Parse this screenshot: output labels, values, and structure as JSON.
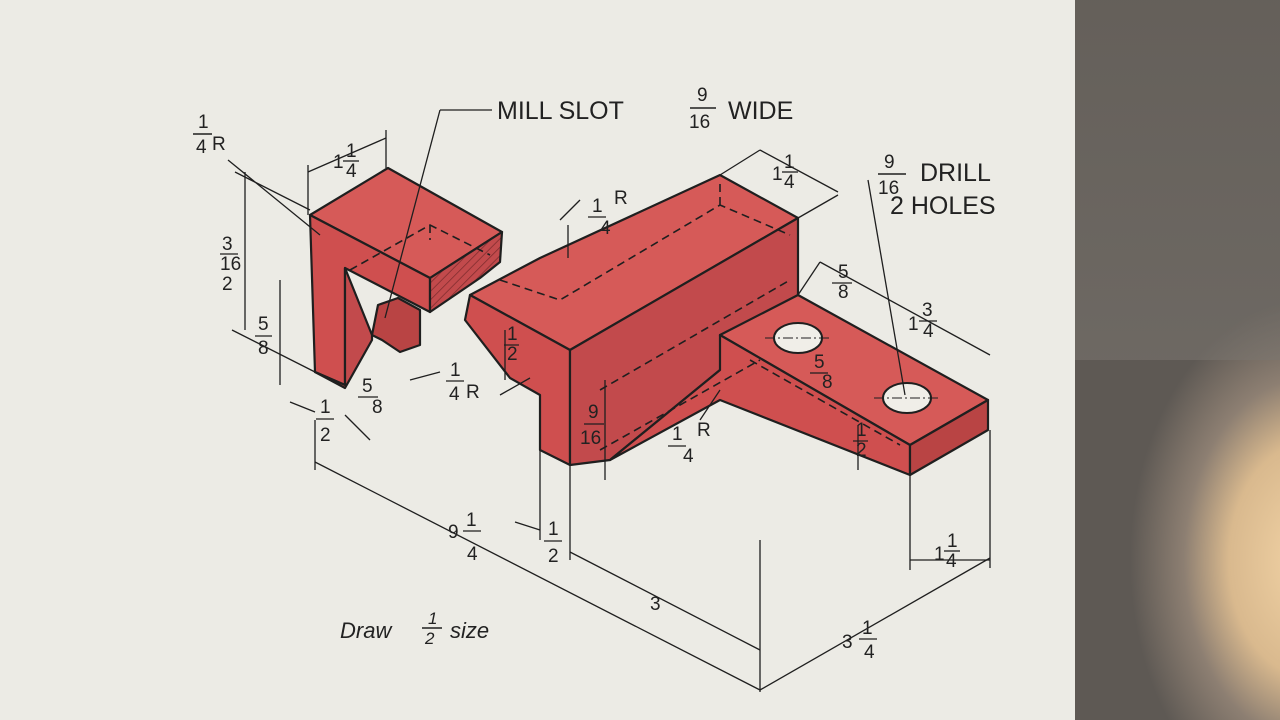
{
  "notes": {
    "mill_slot": "MILL SLOT",
    "mill_slot_num": "9",
    "mill_slot_den": "16",
    "mill_slot_tail": "WIDE",
    "drill_num": "9",
    "drill_den": "16",
    "drill_word": "DRILL",
    "drill_holes": "2 HOLES",
    "draw_size": "Draw",
    "draw_size_num": "1",
    "draw_size_den": "2",
    "draw_size_tail": "size"
  },
  "dimensions": {
    "r_quarter_left": {
      "num": "1",
      "den": "4",
      "suffix": "R"
    },
    "top_one_quarter": {
      "whole": "1",
      "num": "1",
      "den": "4"
    },
    "height_2_3_16": {
      "whole": "2",
      "num": "3",
      "den": "16"
    },
    "height_5_8": {
      "num": "5",
      "den": "8"
    },
    "slot_5_8": {
      "num": "5",
      "den": "8"
    },
    "base_half_left": {
      "num": "1",
      "den": "2"
    },
    "r_quarter_mid": {
      "num": "1",
      "den": "4",
      "suffix": "R"
    },
    "r_quarter_top": {
      "num": "1",
      "den": "4",
      "suffix": "R"
    },
    "web_half": {
      "num": "1",
      "den": "2"
    },
    "top_arm_1_1_4": {
      "whole": "1",
      "num": "1",
      "den": "4"
    },
    "arm_5_8": {
      "num": "5",
      "den": "8"
    },
    "hole_spacing_1_3_4": {
      "whole": "1",
      "num": "3",
      "den": "4"
    },
    "hole_spacing_5_8": {
      "num": "5",
      "den": "8"
    },
    "arm_thick_half": {
      "num": "1",
      "den": "2"
    },
    "depth_9_16": {
      "num": "9",
      "den": "16"
    },
    "r_quarter_low": {
      "num": "1",
      "den": "4",
      "suffix": "R"
    },
    "overall_9_1_4": {
      "whole": "9",
      "num": "1",
      "den": "4"
    },
    "gap_half": {
      "num": "1",
      "den": "2"
    },
    "length_3": {
      "whole": "3"
    },
    "width_3_1_4": {
      "whole": "3",
      "num": "1",
      "den": "4"
    },
    "end_1_1_4": {
      "whole": "1",
      "num": "1",
      "den": "4"
    }
  },
  "colors": {
    "paper": "#ecebe5",
    "part_fill": "#cf4f4f",
    "part_top": "#d65a58",
    "part_dark": "#b94444",
    "line": "#1f1f1f"
  }
}
